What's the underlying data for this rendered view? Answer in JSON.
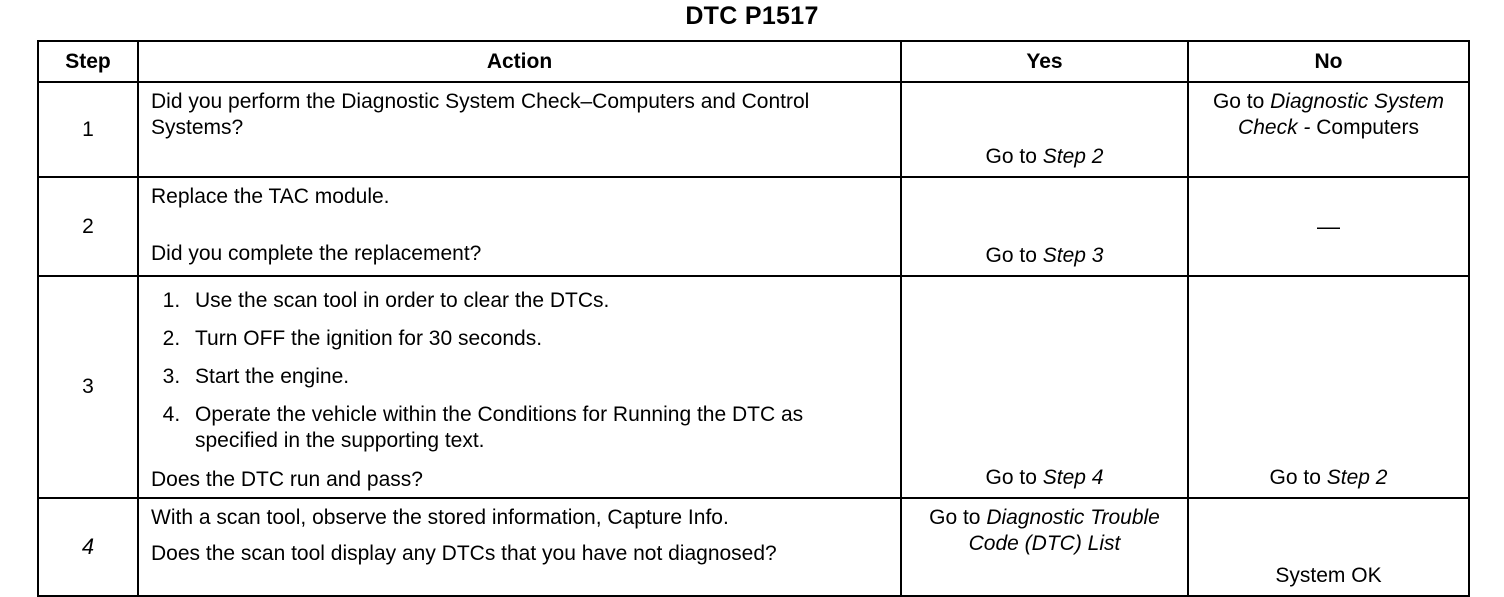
{
  "document": {
    "title": "DTC P1517"
  },
  "table": {
    "headers": {
      "step": "Step",
      "action": "Action",
      "yes": "Yes",
      "no": "No"
    },
    "rows": [
      {
        "step": "1",
        "action_lines": [
          "Did you perform the Diagnostic System Check–Computers  and Control  Systems?"
        ],
        "yes": {
          "prefix": "Go to ",
          "emphasis": "Step 2",
          "suffix": ""
        },
        "no": {
          "prefix": "Go to ",
          "emphasis": "Diagnostic System Check -",
          "suffix": " Computers"
        }
      },
      {
        "step": "2",
        "action_lines": [
          "Replace the TAC module.",
          "Did you complete the replacement?"
        ],
        "yes": {
          "prefix": "Go to ",
          "emphasis": "Step 3",
          "suffix": ""
        },
        "no": {
          "prefix": "",
          "emphasis": "",
          "suffix": "—"
        }
      },
      {
        "step": "3",
        "list": [
          "Use the scan tool in order to clear the DTCs.",
          "Turn OFF the ignition for 30 seconds.",
          "Start the engine.",
          "Operate the vehicle within the Conditions for Running the DTC as specified in the supporting text."
        ],
        "question": "Does the DTC run and pass?",
        "yes": {
          "prefix": "Go to ",
          "emphasis": "Step 4",
          "suffix": ""
        },
        "no": {
          "prefix": "Go to ",
          "emphasis": "Step 2",
          "suffix": ""
        }
      },
      {
        "step": "4",
        "action_lines": [
          "With a scan tool, observe the stored information, Capture Info.",
          "Does the scan tool display any DTCs that you have not diagnosed?"
        ],
        "yes": {
          "prefix": "Go to ",
          "emphasis": "Diagnostic Trouble Code (DTC) List",
          "suffix": ""
        },
        "no": {
          "prefix": "",
          "emphasis": "",
          "suffix": "System OK"
        }
      }
    ]
  }
}
